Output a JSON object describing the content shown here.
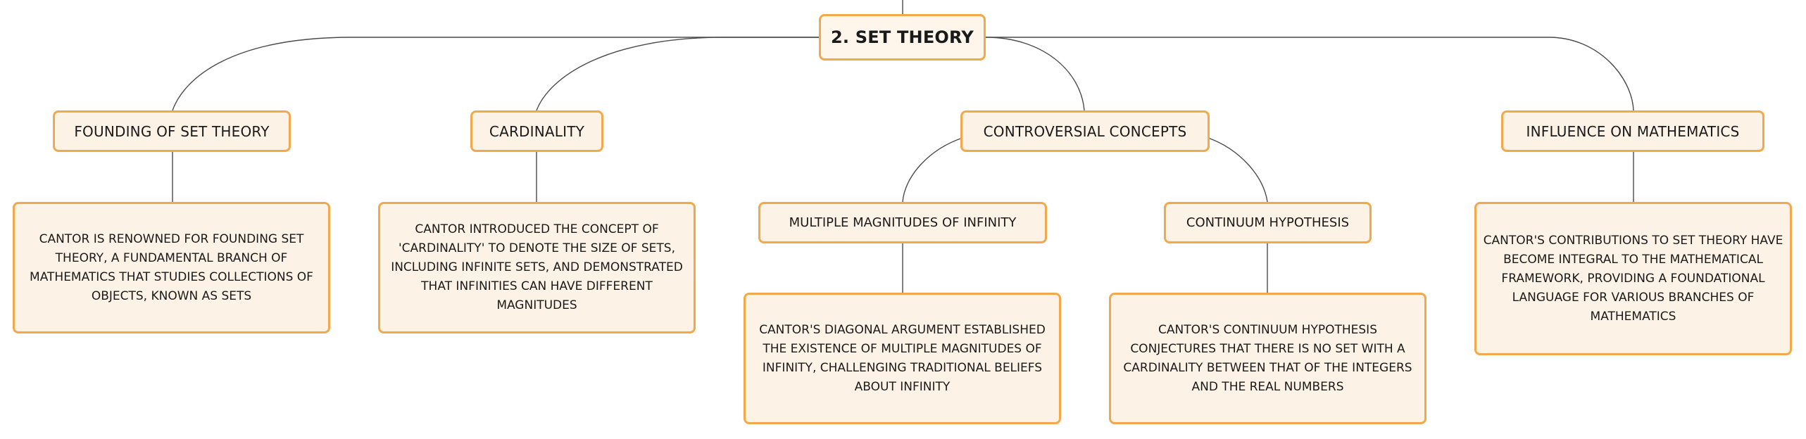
{
  "diagram": {
    "root": {
      "label": "2. SET THEORY"
    },
    "topics": {
      "founding": {
        "label": "FOUNDING OF SET THEORY",
        "description": "CANTOR IS RENOWNED FOR FOUNDING SET THEORY, A FUNDAMENTAL BRANCH OF MATHEMATICS THAT STUDIES COLLECTIONS OF OBJECTS, KNOWN AS SETS"
      },
      "cardinality": {
        "label": "CARDINALITY",
        "description": "CANTOR INTRODUCED THE CONCEPT OF 'CARDINALITY' TO DENOTE THE SIZE OF SETS, INCLUDING INFINITE SETS, AND DEMONSTRATED THAT INFINITIES CAN HAVE DIFFERENT MAGNITUDES"
      },
      "controversial": {
        "label": "CONTROVERSIAL CONCEPTS",
        "children": {
          "magnitudes": {
            "label": "MULTIPLE MAGNITUDES OF INFINITY",
            "description": "CANTOR'S DIAGONAL ARGUMENT ESTABLISHED THE EXISTENCE OF MULTIPLE MAGNITUDES OF INFINITY, CHALLENGING TRADITIONAL BELIEFS ABOUT INFINITY"
          },
          "continuum": {
            "label": "CONTINUUM HYPOTHESIS",
            "description": "CANTOR'S CONTINUUM HYPOTHESIS CONJECTURES THAT THERE IS NO SET WITH A CARDINALITY BETWEEN THAT OF THE INTEGERS AND THE REAL NUMBERS"
          }
        }
      },
      "influence": {
        "label": "INFLUENCE ON MATHEMATICS",
        "description": "CANTOR'S CONTRIBUTIONS TO SET THEORY HAVE BECOME INTEGRAL TO THE MATHEMATICAL FRAMEWORK, PROVIDING A FOUNDATIONAL LANGUAGE FOR VARIOUS BRANCHES OF MATHEMATICS"
      }
    },
    "colors": {
      "node_border": "#f2a94b",
      "node_fill": "#fdf2e6",
      "connector": "#4a4a4a"
    }
  }
}
